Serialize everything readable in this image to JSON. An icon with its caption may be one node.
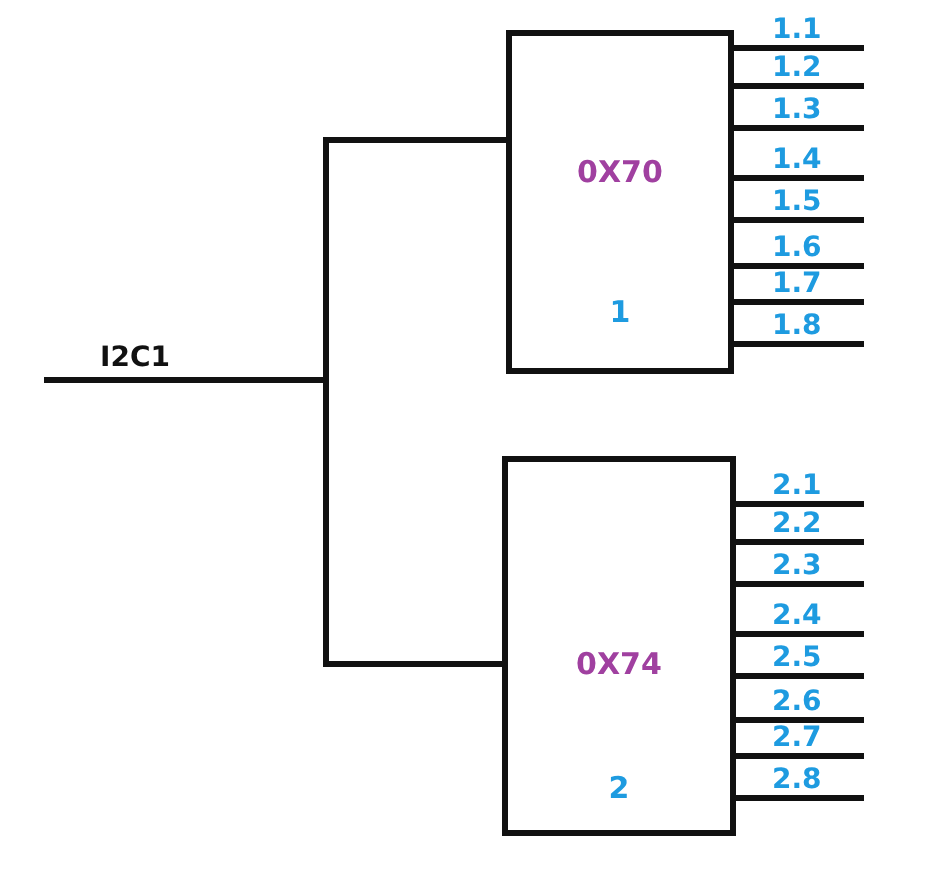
{
  "diagram": {
    "nodes": [
      {
        "text": [
          "0X70",
          "1"
        ]
      },
      {
        "text": [
          "0X74",
          "2"
        ]
      }
    ],
    "edges": [
      {
        "from": null,
        "to": 0,
        "arrow": "none"
      },
      {
        "from": null,
        "to": 1,
        "arrow": "none"
      },
      {
        "from": 0,
        "to": null,
        "arrow": "none",
        "label": "1.1"
      },
      {
        "from": 0,
        "to": null,
        "arrow": "none",
        "label": "1.2"
      },
      {
        "from": 0,
        "to": null,
        "arrow": "none",
        "label": "1.3"
      },
      {
        "from": 0,
        "to": null,
        "arrow": "none",
        "label": "1.4"
      },
      {
        "from": 0,
        "to": null,
        "arrow": "none",
        "label": "1.5"
      },
      {
        "from": 0,
        "to": null,
        "arrow": "none",
        "label": "1.6"
      },
      {
        "from": 0,
        "to": null,
        "arrow": "none",
        "label": "1.7"
      },
      {
        "from": 0,
        "to": null,
        "arrow": "none",
        "label": "1.8"
      },
      {
        "from": 1,
        "to": null,
        "arrow": "none",
        "label": "2.1"
      },
      {
        "from": 1,
        "to": null,
        "arrow": "none",
        "label": "2.2"
      },
      {
        "from": 1,
        "to": null,
        "arrow": "none",
        "label": "2.3"
      },
      {
        "from": 1,
        "to": null,
        "arrow": "none",
        "label": "2.4"
      },
      {
        "from": 1,
        "to": null,
        "arrow": "none",
        "label": "2.5"
      },
      {
        "from": 1,
        "to": null,
        "arrow": "none",
        "label": "2.6"
      },
      {
        "from": 1,
        "to": null,
        "arrow": "none",
        "label": "2.7"
      },
      {
        "from": 1,
        "to": null,
        "arrow": "none",
        "label": "2.8"
      }
    ],
    "labels": [
      "I2C1"
    ]
  }
}
